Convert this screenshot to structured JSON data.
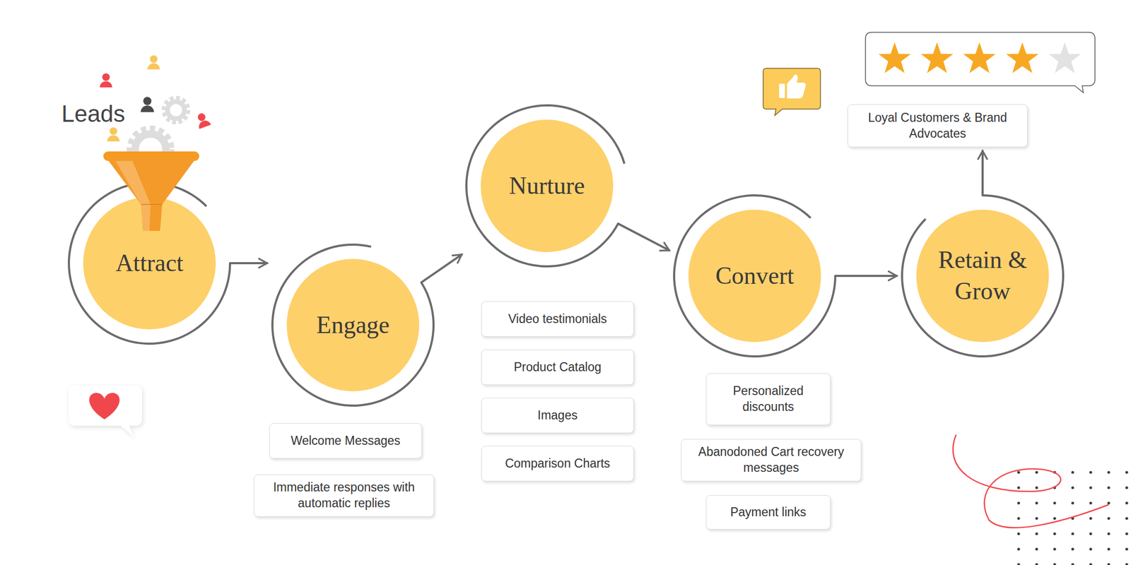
{
  "diagram": {
    "nodes": [
      {
        "text": [
          "Attract"
        ]
      },
      {
        "text": [
          "Engage"
        ]
      },
      {
        "text": [
          "Nurture"
        ]
      },
      {
        "text": [
          "Convert"
        ]
      },
      {
        "text": [
          "Retain & Grow"
        ]
      },
      {
        "text": [
          "Loyal Customers & Brand Advocates"
        ]
      },
      {
        "text": [
          "Welcome Messages"
        ]
      },
      {
        "text": [
          "Immediate responses with automatic replies"
        ]
      },
      {
        "text": [
          "Video testimonials"
        ]
      },
      {
        "text": [
          "Product Catalog"
        ]
      },
      {
        "text": [
          "Images"
        ]
      },
      {
        "text": [
          "Comparison Charts"
        ]
      },
      {
        "text": [
          "Personalized discounts"
        ]
      },
      {
        "text": [
          "Abanodoned Cart recovery messages"
        ]
      },
      {
        "text": [
          "Payment links"
        ]
      }
    ],
    "edges": [
      {
        "from": 0,
        "to": 1,
        "arrow": "to"
      },
      {
        "from": 1,
        "to": 2,
        "arrow": "to"
      },
      {
        "from": 2,
        "to": 3,
        "arrow": "to"
      },
      {
        "from": 3,
        "to": 4,
        "arrow": "to"
      },
      {
        "from": 4,
        "to": 5,
        "arrow": "to"
      }
    ],
    "labels": [
      "Leads"
    ]
  }
}
